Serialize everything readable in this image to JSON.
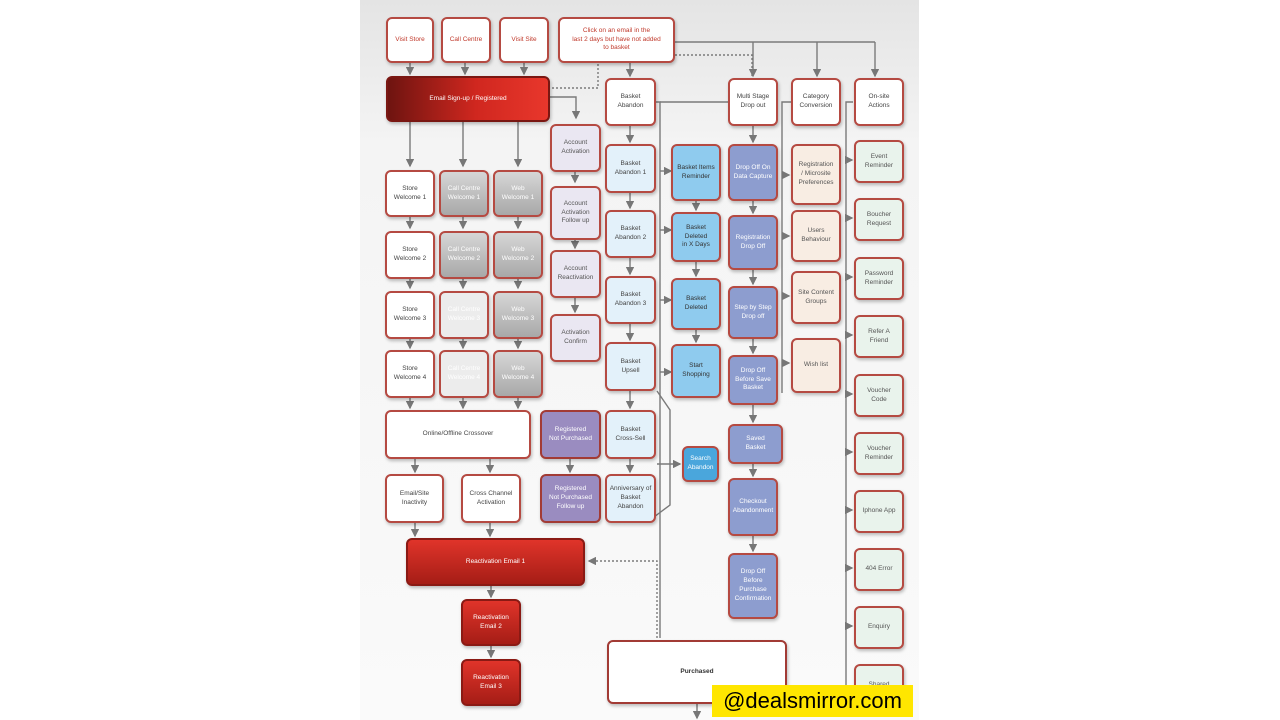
{
  "nodes": {
    "visit_store": "Visit Store",
    "call_centre": "Call Centre",
    "visit_site": "Visit Site",
    "click_email": "Click on an email in the\nlast 2 days but have not added\nto basket",
    "email_signup": "Email Sign-up / Registered",
    "account_activation": "Account\nActivation",
    "account_activation_followup": "Account\nActivation\nFollow up",
    "account_reactivation": "Account\nReactivation",
    "activation_confirm": "Activation\nConfirm",
    "store_welcome_1": "Store\nWelcome 1",
    "store_welcome_2": "Store\nWelcome 2",
    "store_welcome_3": "Store\nWelcome 3",
    "store_welcome_4": "Store\nWelcome 4",
    "call_centre_welcome_1": "Call Centre\nWelcome 1",
    "call_centre_welcome_2": "Call Centre\nWelcome 2",
    "call_centre_welcome_3": "Call Centre\nWelcome 3",
    "call_centre_welcome_4": "Call Centre\nWelcome 4",
    "web_welcome_1": "Web\nWelcome 1",
    "web_welcome_2": "Web\nWelcome 2",
    "web_welcome_3": "Web\nWelcome 3",
    "web_welcome_4": "Web\nWelcome 4",
    "online_offline_crossover": "Online/Offline Crossover",
    "email_site_inactivity": "Email/Site\nInactivity",
    "cross_channel_activation": "Cross Channel\nActivation",
    "reactivation_email_1": "Reactivation Email 1",
    "reactivation_email_2": "Reactivation\nEmail 2",
    "reactivation_email_3": "Reactivation\nEmail 3",
    "registered_not_purchased": "Registered\nNot Purchased",
    "registered_not_purchased_followup": "Registered\nNot Purchased\nFollow up",
    "basket_abandon": "Basket\nAbandon",
    "basket_abandon_1": "Basket\nAbandon 1",
    "basket_abandon_2": "Basket\nAbandon 2",
    "basket_abandon_3": "Basket\nAbandon 3",
    "basket_upsell": "Basket\nUpsell",
    "basket_cross_sell": "Basket\nCross-Sell",
    "anniversary_basket_abandon": "Anniversary of\nBasket\nAbandon",
    "basket_items_reminder": "Basket Items\nReminder",
    "basket_deleted_x_days": "Basket Deleted\nin X Days",
    "basket_deleted": "Basket\nDeleted",
    "start_shopping": "Start\nShopping",
    "search_abandon": "Search\nAbandon",
    "multi_stage_drop_out": "Multi Stage\nDrop out",
    "drop_off_data_capture": "Drop Off On\nData Capture",
    "registration_drop_off": "Registration\nDrop Off",
    "step_by_step_drop_off": "Step by Step\nDrop off",
    "drop_off_before_save_basket": "Drop Off\nBefore Save\nBasket",
    "saved_basket": "Saved\nBasket",
    "checkout_abandonment": "Checkout\nAbandonment",
    "drop_off_before_purchase_confirmation": "Drop Off\nBefore\nPurchase\nConfirmation",
    "category_conversion": "Category\nConversion",
    "registration_microsite_preferences": "Registration\n/ Microsite\nPreferences",
    "users_behaviour": "Users\nBehaviour",
    "site_content_groups": "Site Content\nGroups",
    "wish_list": "Wish list",
    "on_site_actions": "On-site\nActions",
    "event_reminder": "Event\nReminder",
    "boucher_request": "Boucher\nRequest",
    "password_reminder": "Password\nReminder",
    "refer_a_friend": "Refer A\nFriend",
    "voucher_code": "Voucher\nCode",
    "voucher_reminder": "Voucher\nReminder",
    "iphone_app": "Iphone App",
    "error_404": "404 Error",
    "enquiry": "Enquiry",
    "shared": "Shared",
    "purchased": "Purchased"
  },
  "watermark": "@dealsmirror.com",
  "colors": {
    "border_red": "#b54a42",
    "accent_red": "#c0392b",
    "purple": "#9a8cc0",
    "light_blue": "#8fcbee",
    "slate_blue": "#8d9dcf",
    "watermark_bg": "#ffe600"
  }
}
